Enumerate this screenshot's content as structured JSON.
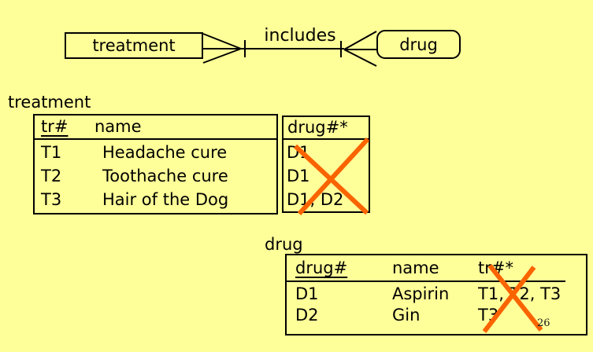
{
  "colors": {
    "background": "#FFFF99",
    "ink": "#000000",
    "cross": "#FA6400"
  },
  "er_diagram": {
    "left_entity": "treatment",
    "relationship": "includes",
    "right_entity": "drug"
  },
  "treatment_table": {
    "label": "treatment",
    "key_header": "tr#",
    "name_header": "name",
    "fk_header": "drug#*",
    "rows": [
      {
        "id": "T1",
        "name": "Headache cure",
        "drugs": "D1"
      },
      {
        "id": "T2",
        "name": "Toothache cure",
        "drugs": "D1"
      },
      {
        "id": "T3",
        "name": "Hair of the Dog",
        "drugs": "D1, D2"
      }
    ]
  },
  "drug_table": {
    "label": "drug",
    "key_header": "drug#",
    "name_header": "name",
    "fk_header": "tr#*",
    "rows": [
      {
        "id": "D1",
        "name": "Aspirin",
        "treatments": "T1, T2, T3"
      },
      {
        "id": "D2",
        "name": "Gin",
        "treatments": "T3"
      }
    ]
  },
  "page_number": "26"
}
